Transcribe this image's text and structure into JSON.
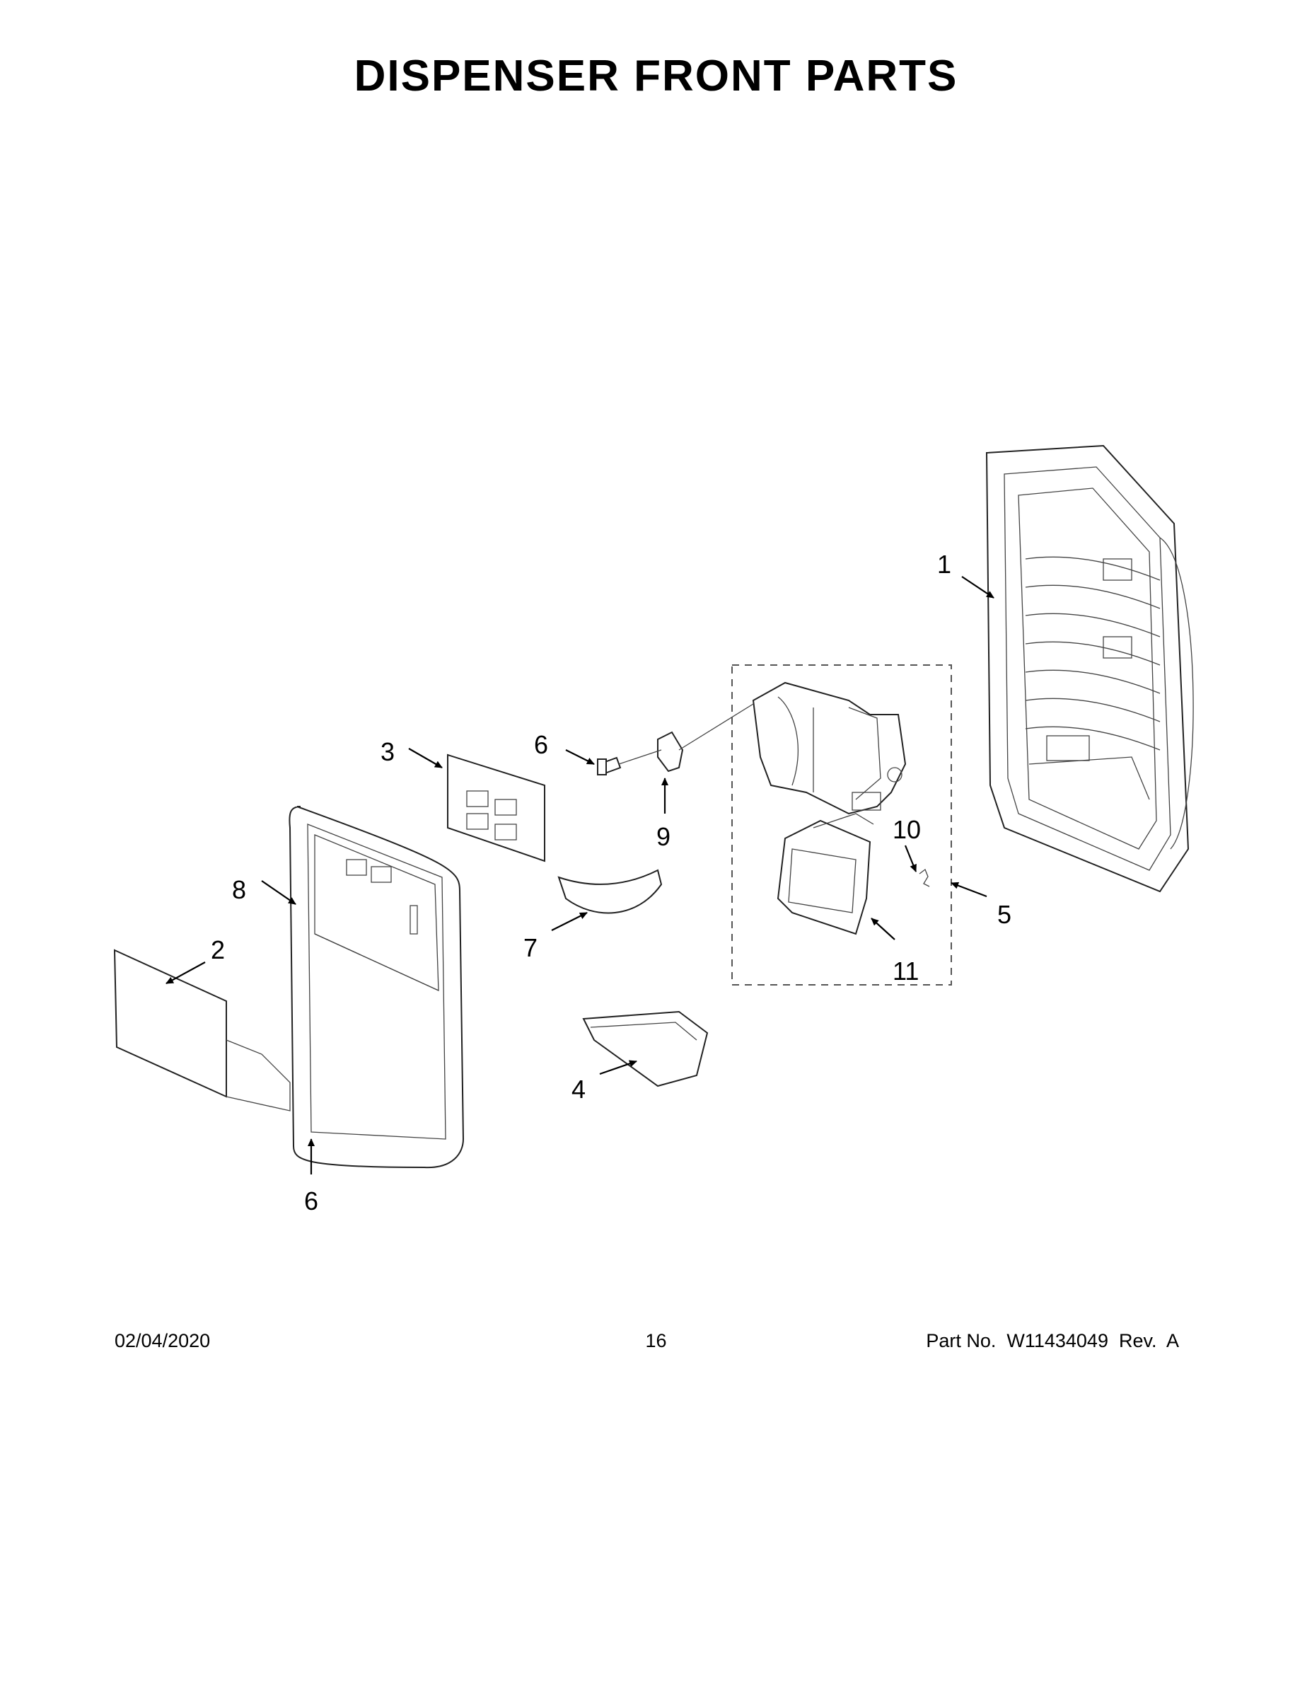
{
  "title": "DISPENSER FRONT PARTS",
  "callouts": [
    {
      "id": "1",
      "label": "1"
    },
    {
      "id": "2",
      "label": "2"
    },
    {
      "id": "3",
      "label": "3"
    },
    {
      "id": "4",
      "label": "4"
    },
    {
      "id": "5",
      "label": "5"
    },
    {
      "id": "6a",
      "label": "6"
    },
    {
      "id": "6b",
      "label": "6"
    },
    {
      "id": "7",
      "label": "7"
    },
    {
      "id": "8",
      "label": "8"
    },
    {
      "id": "9",
      "label": "9"
    },
    {
      "id": "10",
      "label": "10"
    },
    {
      "id": "11",
      "label": "11"
    }
  ],
  "footer": {
    "date": "02/04/2020",
    "page": "16",
    "part_number": "Part No.  W11434049  Rev.  A"
  }
}
